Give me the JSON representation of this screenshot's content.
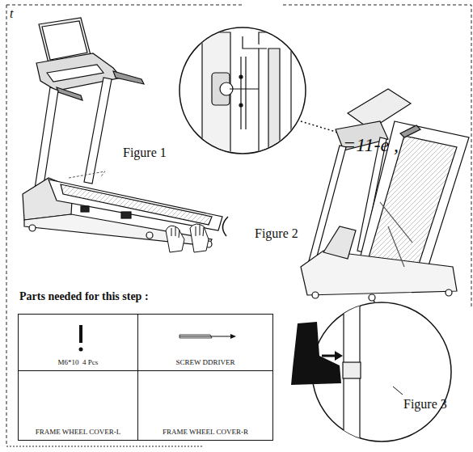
{
  "diagram": {
    "nodes": [
      {
        "text": [
          "M6*10  4 Pcs"
        ]
      },
      {
        "text": [
          "SCREW DDRIVER"
        ]
      },
      {
        "text": [
          "FRAME WHEEL COVER-L"
        ]
      },
      {
        "text": [
          "FRAME WHEEL COVER-R"
        ]
      }
    ],
    "labels": [
      "Figure 1",
      "Figure 2",
      "Figure 3",
      "Parts needed for this step :",
      "=11-e ,",
      "t"
    ]
  }
}
